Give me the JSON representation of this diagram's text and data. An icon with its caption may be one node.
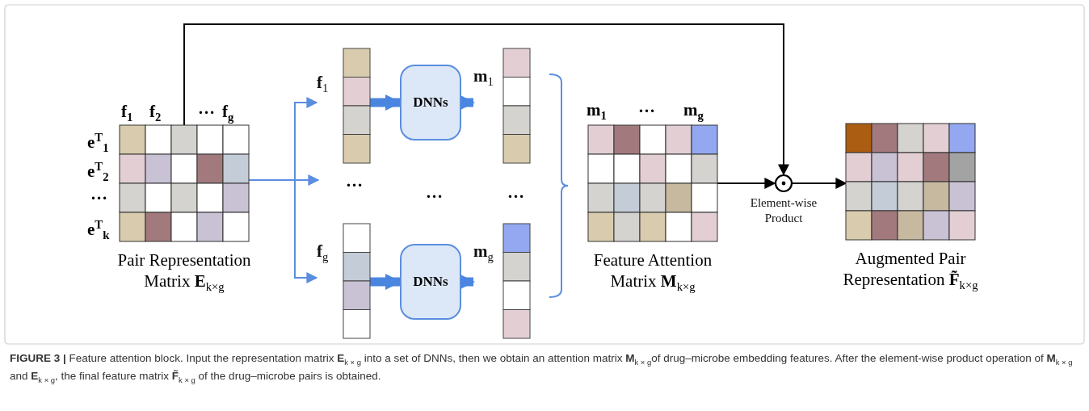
{
  "diagram": {
    "caption": "**FIGURE 3 |** Feature attention block. Input the representation matrix **E**$_{k × g}$ into a set of DNNs, then we obtain an attention matrix **M**$_{k × g}$of drug–microbe embedding features. After the element-wise product operation of **M**$_{k × g}$ and **E**$_{k × g}$, the final feature matrix **F̃**$_{k × g}$ of the drug–microbe pairs is obtained.",
    "nodes": [
      {
        "text": [
          "Pair Representation Matrix **E**$_{k×g}$"
        ],
        "beside": [
          "**f**$_{1}$",
          "**f**$_{2}$",
          "…",
          "**f**$_{g}$",
          "**e**$^{T}$$_{1}$",
          "**e**$^{T}$$_{2}$",
          "…",
          "**e**$^{T}$$_{k}$"
        ]
      },
      {
        "text": [
          "**f**$_{1}$"
        ]
      },
      {
        "text": [
          "**f**$_{g}$"
        ]
      },
      {
        "text": [
          "DNNs"
        ]
      },
      {
        "text": [
          "DNNs"
        ]
      },
      {
        "text": [
          "**m**$_{1}$"
        ]
      },
      {
        "text": [
          "**m**$_{g}$"
        ]
      },
      {
        "text": [
          "Feature Attention Matrix **M**$_{k×g}$"
        ],
        "beside": [
          "**m**$_{1}$",
          "…",
          "**m**$_{g}$"
        ]
      },
      {
        "text": [],
        "shape": "circle",
        "beside": [
          "Element-wise Product"
        ]
      },
      {
        "text": [
          "Augmented Pair Representation **F̃**$_{k×g}$"
        ]
      },
      {
        "text": [
          "…"
        ]
      }
    ],
    "edges": [
      {
        "from": 0,
        "to": 1,
        "arrow": "to",
        "color": "#5b8ee0"
      },
      {
        "from": 0,
        "to": 10,
        "arrow": "to",
        "color": "#5b8ee0"
      },
      {
        "from": 0,
        "to": 2,
        "arrow": "to",
        "color": "#5b8ee0"
      },
      {
        "from": 1,
        "to": 3,
        "arrow": "to",
        "style": "thick",
        "color": "#4a86e0"
      },
      {
        "from": 3,
        "to": 5,
        "arrow": "to",
        "style": "thick",
        "color": "#4a86e0"
      },
      {
        "from": 2,
        "to": 4,
        "arrow": "to",
        "style": "thick",
        "color": "#4a86e0"
      },
      {
        "from": 4,
        "to": 6,
        "arrow": "to",
        "style": "thick",
        "color": "#4a86e0"
      },
      {
        "from": 0,
        "to": 8,
        "arrow": "to",
        "color": "#000000"
      },
      {
        "from": 7,
        "to": 8,
        "arrow": "to",
        "color": "#000000"
      },
      {
        "from": 8,
        "to": 9,
        "arrow": "to",
        "color": "#000000"
      }
    ],
    "labels": [
      "…",
      "…"
    ]
  }
}
